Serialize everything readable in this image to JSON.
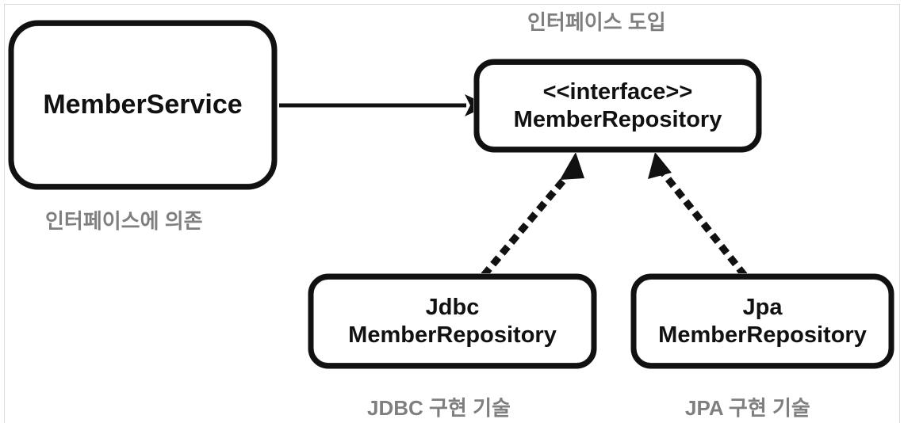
{
  "diagram": {
    "title_caption": "인터페이스 도입",
    "colors": {
      "stroke": "#111111",
      "box_fill": "#ffffff",
      "caption_gray": "#7f7f7f",
      "canvas_background": "#ffffff",
      "frame_border": "#dcdcdc"
    },
    "nodes": [
      {
        "id": "member-service",
        "label": "MemberService",
        "line1": "MemberService",
        "line2": ""
      },
      {
        "id": "member-repository",
        "label": "<<interface>>\nMemberRepository",
        "line1": "<<interface>>",
        "line2": "MemberRepository"
      },
      {
        "id": "jdbc-member-repository",
        "label": "Jdbc\nMemberRepository",
        "line1": "Jdbc",
        "line2": "MemberRepository"
      },
      {
        "id": "jpa-member-repository",
        "label": "Jpa\nMemberRepository",
        "line1": "Jpa",
        "line2": "MemberRepository"
      }
    ],
    "captions": {
      "interface_introduced": "인터페이스 도입",
      "depends_on_interface": "인터페이스에 의존",
      "jdbc_impl_tech": "JDBC 구현 기술",
      "jpa_impl_tech": "JPA 구현 기술"
    },
    "edges": [
      {
        "id": "member-service-to-member-repository",
        "from": "member-service",
        "to": "member-repository",
        "style": "solid",
        "arrowhead": "filled-open-arrow",
        "meaning": "dependency"
      },
      {
        "id": "jdbc-member-repository-to-member-repository",
        "from": "jdbc-member-repository",
        "to": "member-repository",
        "style": "dotted",
        "arrowhead": "filled-triangle",
        "meaning": "implements"
      },
      {
        "id": "jpa-member-repository-to-member-repository",
        "from": "jpa-member-repository",
        "to": "member-repository",
        "style": "dotted",
        "arrowhead": "filled-triangle",
        "meaning": "implements"
      }
    ]
  }
}
